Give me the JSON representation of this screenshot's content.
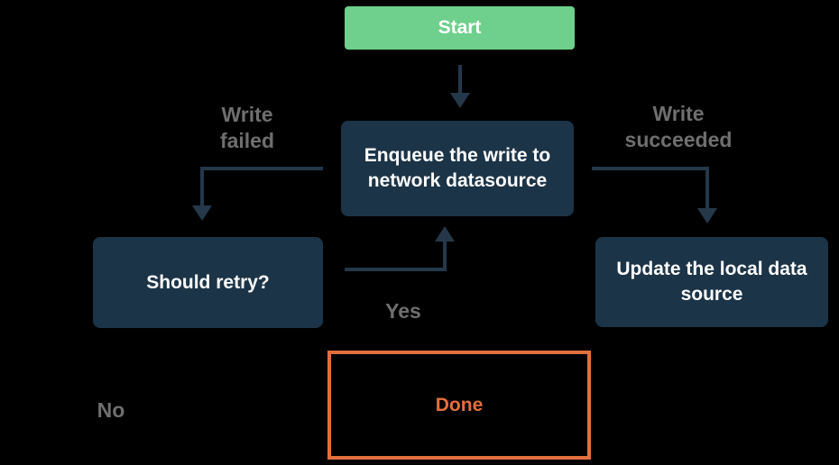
{
  "palette": {
    "background": "#000000",
    "node_fill": "#1C3447",
    "node_text": "#FFFFFF",
    "start_fill": "#6ED08C",
    "arrow": "#24384A",
    "edge_label_text": "#6F6F6F",
    "done_accent": "#E2703C"
  },
  "nodes": {
    "start": {
      "label": "Start"
    },
    "enqueue": {
      "label": "Enqueue the write to network datasource"
    },
    "should_retry": {
      "label": "Should retry?"
    },
    "update_local": {
      "label": "Update the local data source"
    },
    "done": {
      "label": "Done"
    }
  },
  "edge_labels": {
    "write_failed": "Write failed",
    "write_succeeded": "Write succeeded",
    "yes": "Yes",
    "no": "No"
  }
}
